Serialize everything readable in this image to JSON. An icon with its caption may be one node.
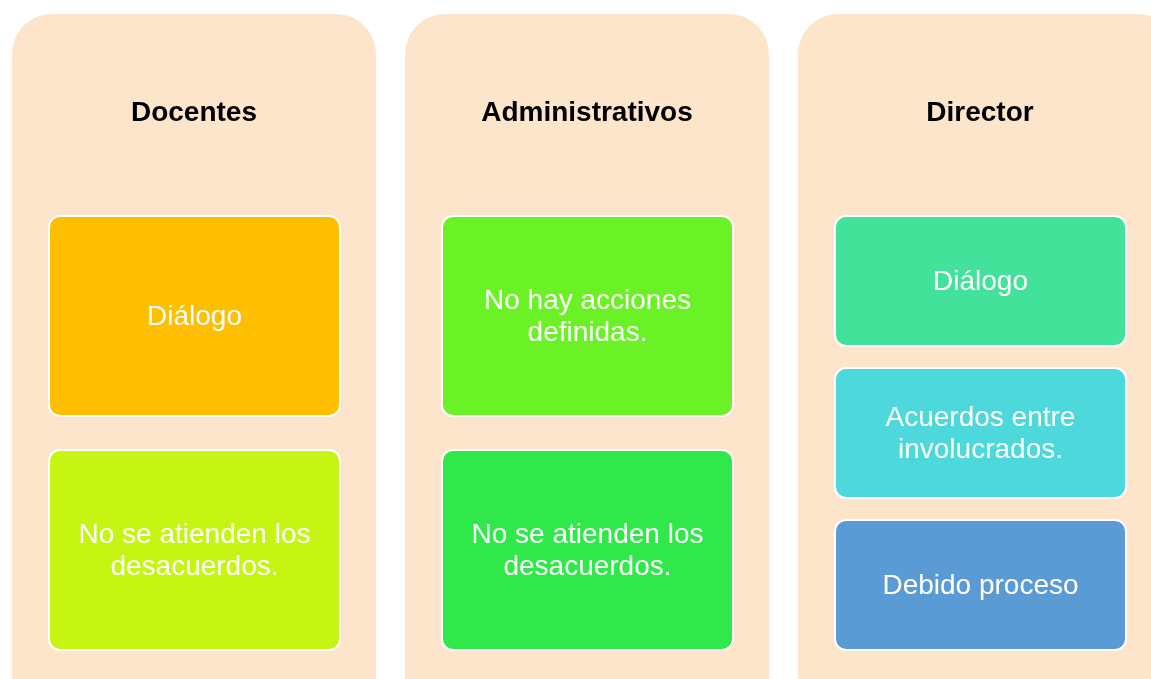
{
  "diagram": {
    "nodes": [
      {
        "text": [
          "Docentes"
        ]
      },
      {
        "text": [
          "Diálogo"
        ],
        "in": 0
      },
      {
        "text": [
          "No se atienden los desacuerdos."
        ],
        "in": 0
      },
      {
        "text": [
          "Administrativos"
        ]
      },
      {
        "text": [
          "No hay acciones definidas."
        ],
        "in": 3
      },
      {
        "text": [
          "No se atienden los desacuerdos."
        ],
        "in": 3
      },
      {
        "text": [
          "Director"
        ]
      },
      {
        "text": [
          "Diálogo"
        ],
        "in": 6
      },
      {
        "text": [
          "Acuerdos entre involucrados."
        ],
        "in": 6
      },
      {
        "text": [
          "Debido proceso"
        ],
        "in": 6
      }
    ]
  }
}
